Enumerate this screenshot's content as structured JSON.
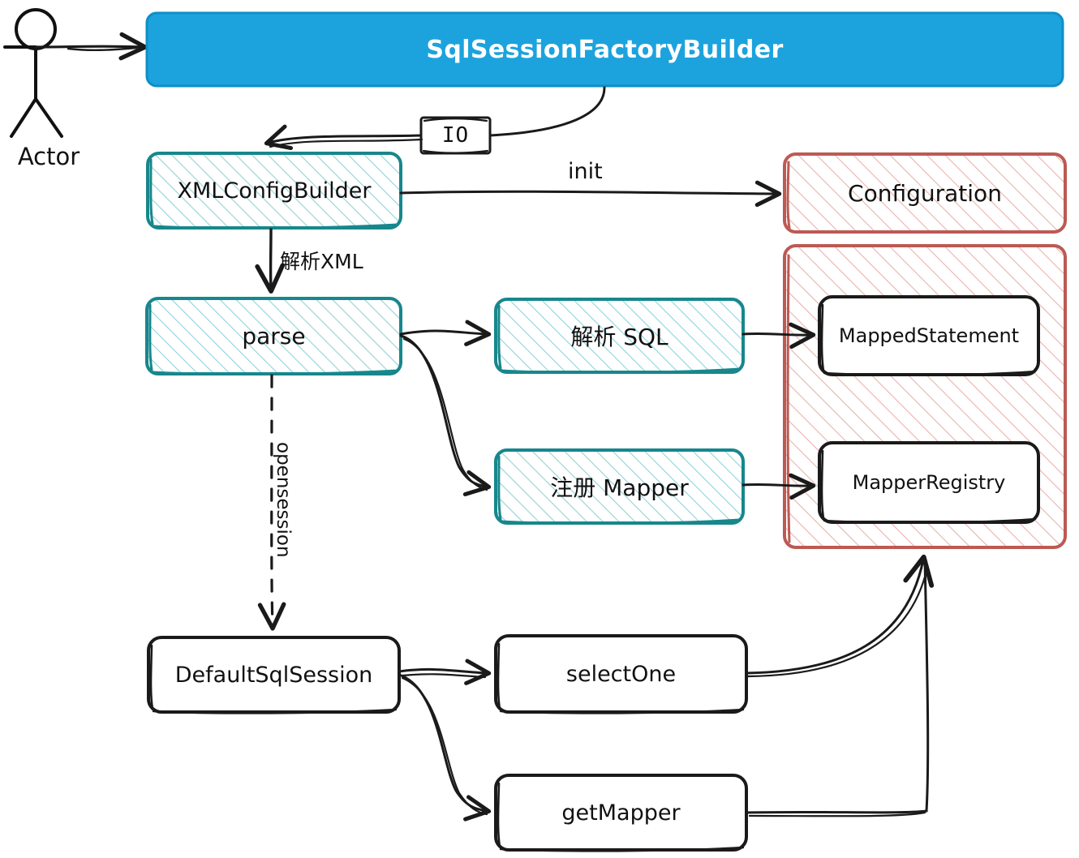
{
  "diagram": {
    "title": "MyBatis SqlSessionFactoryBuilder flow",
    "style": "hand-drawn sketch",
    "colors": {
      "blue_fill": "#1CA3DD",
      "blue_stroke": "#0E8FC6",
      "teal_stroke": "#17878C",
      "teal_hatch": "#8FD3DA",
      "red_stroke": "#BC5A54",
      "red_hatch": "#E8B3AE",
      "black_stroke": "#1A1A1A",
      "text_dark": "#111111",
      "text_light": "#FFFFFF",
      "background": "#FFFFFF"
    }
  },
  "actor": {
    "label": "Actor",
    "icon": "stick-figure-icon"
  },
  "nodes": {
    "sql_session_factory_builder": {
      "label": "SqlSessionFactoryBuilder",
      "kind": "filled-blue"
    },
    "io": {
      "label": "IO",
      "kind": "small-plain"
    },
    "xml_config_builder": {
      "label": "XMLConfigBuilder",
      "kind": "teal-hatched"
    },
    "configuration": {
      "label": "Configuration",
      "kind": "red-hatched"
    },
    "parse": {
      "label": "parse",
      "kind": "teal-hatched"
    },
    "parse_sql": {
      "label": "解析 SQL",
      "kind": "teal-hatched"
    },
    "register_mapper": {
      "label": "注册 Mapper",
      "kind": "teal-hatched"
    },
    "config_group": {
      "label": "",
      "kind": "red-hatched-container"
    },
    "mapped_statement": {
      "label": "MappedStatement",
      "kind": "plain-white"
    },
    "mapper_registry": {
      "label": "MapperRegistry",
      "kind": "plain-white"
    },
    "default_sql_session": {
      "label": "DefaultSqlSession",
      "kind": "plain-white"
    },
    "select_one": {
      "label": "selectOne",
      "kind": "plain-white"
    },
    "get_mapper": {
      "label": "getMapper",
      "kind": "plain-white"
    }
  },
  "edge_labels": {
    "init": "init",
    "parse_xml": "解析XML",
    "opensession": "opensession"
  },
  "edges": [
    {
      "from": "actor",
      "to": "sql_session_factory_builder",
      "label": ""
    },
    {
      "from": "sql_session_factory_builder",
      "to": "xml_config_builder",
      "label": "IO"
    },
    {
      "from": "xml_config_builder",
      "to": "configuration",
      "label": "init"
    },
    {
      "from": "xml_config_builder",
      "to": "parse",
      "label": "解析XML"
    },
    {
      "from": "parse",
      "to": "parse_sql",
      "label": ""
    },
    {
      "from": "parse",
      "to": "register_mapper",
      "label": ""
    },
    {
      "from": "parse_sql",
      "to": "mapped_statement",
      "label": ""
    },
    {
      "from": "register_mapper",
      "to": "mapper_registry",
      "label": ""
    },
    {
      "from": "parse",
      "to": "default_sql_session",
      "label": "opensession",
      "style": "dashed"
    },
    {
      "from": "default_sql_session",
      "to": "select_one",
      "label": ""
    },
    {
      "from": "default_sql_session",
      "to": "get_mapper",
      "label": ""
    },
    {
      "from": "select_one",
      "to": "config_group",
      "label": ""
    },
    {
      "from": "get_mapper",
      "to": "config_group",
      "label": ""
    }
  ]
}
